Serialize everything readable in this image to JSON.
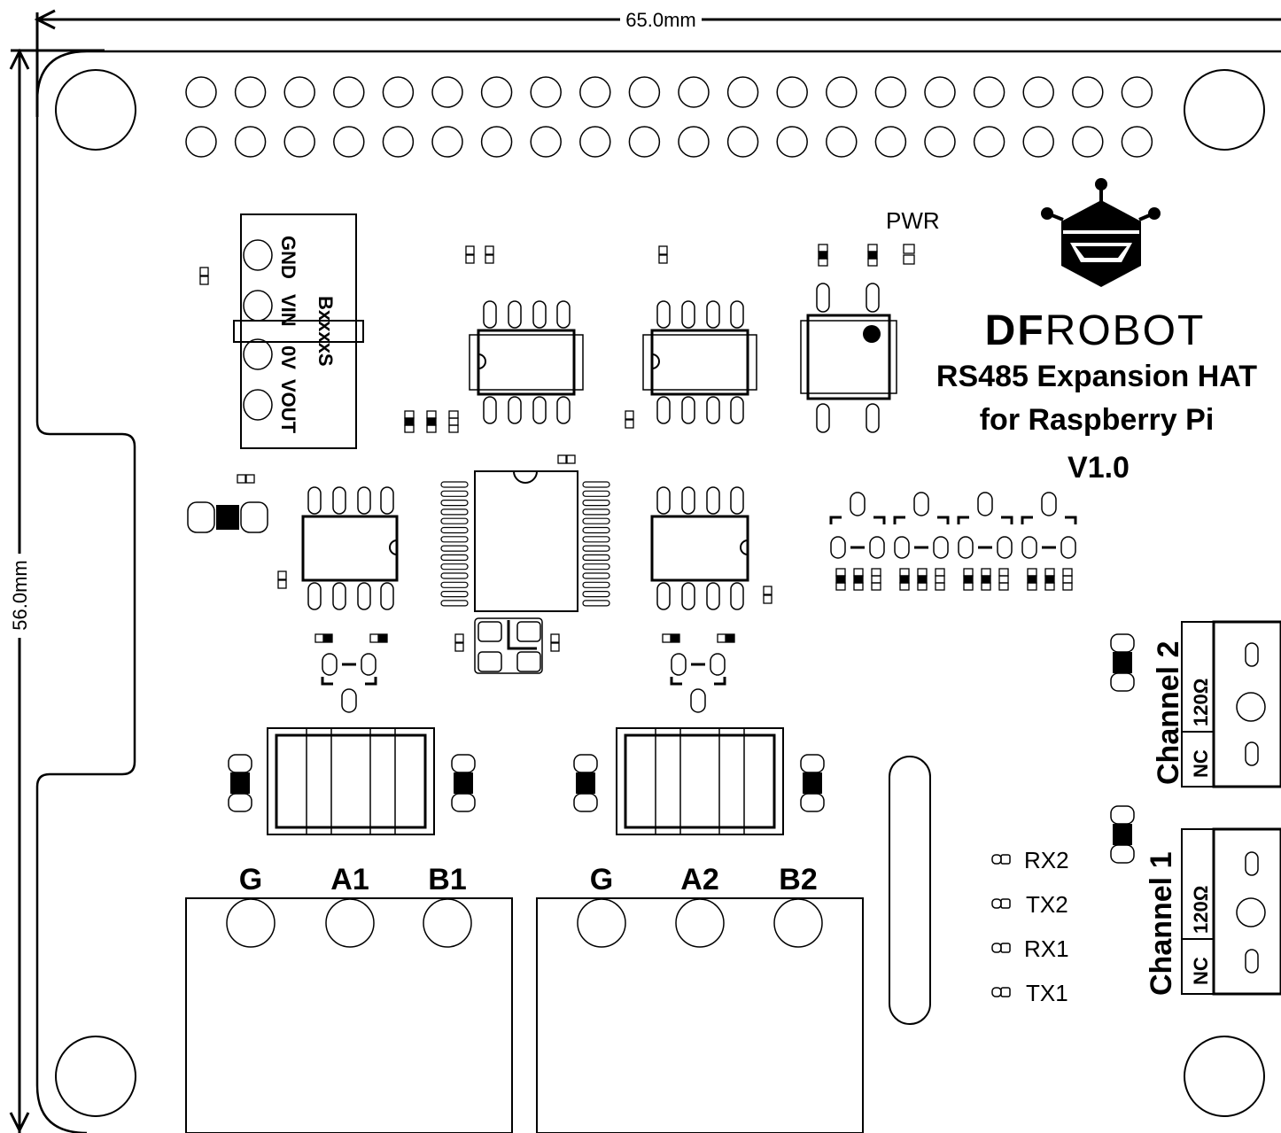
{
  "dimensions": {
    "width_label": "65.0mm",
    "height_label": "56.0mm"
  },
  "power_module": {
    "part": "BxxxxS",
    "pins": [
      "GND",
      "VIN",
      "0V",
      "VOUT"
    ]
  },
  "pwr_label": "PWR",
  "brand": {
    "logo_text_bold": "DF",
    "logo_text_light": "ROBOT",
    "title_line1": "RS485 Expansion HAT",
    "title_line2": "for Raspberry Pi",
    "version": "V1.0"
  },
  "terminals": [
    {
      "labels": [
        "G",
        "A1",
        "B1"
      ]
    },
    {
      "labels": [
        "G",
        "A2",
        "B2"
      ]
    }
  ],
  "leds": [
    "RX2",
    "TX2",
    "RX1",
    "TX1"
  ],
  "channels": [
    {
      "name": "Channel 2",
      "option_a": "120Ω",
      "option_b": "NC"
    },
    {
      "name": "Channel 1",
      "option_a": "120Ω",
      "option_b": "NC"
    }
  ],
  "colors": {
    "ink": "#000000",
    "paper": "#ffffff"
  }
}
